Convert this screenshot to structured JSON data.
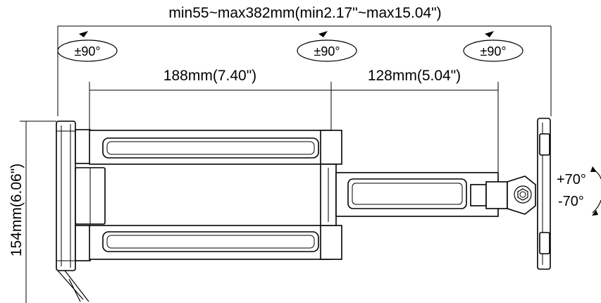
{
  "dimensions": {
    "overall": "min55~max382mm(min2.17\"~max15.04\")",
    "arm1": "188mm(7.40\")",
    "arm2": "128mm(5.04\")",
    "height": "154mm(6.06\")"
  },
  "rotations": {
    "left": "±90°",
    "middle": "±90°",
    "right": "±90°"
  },
  "tilt": {
    "up": "+70°",
    "down": "-70°"
  }
}
